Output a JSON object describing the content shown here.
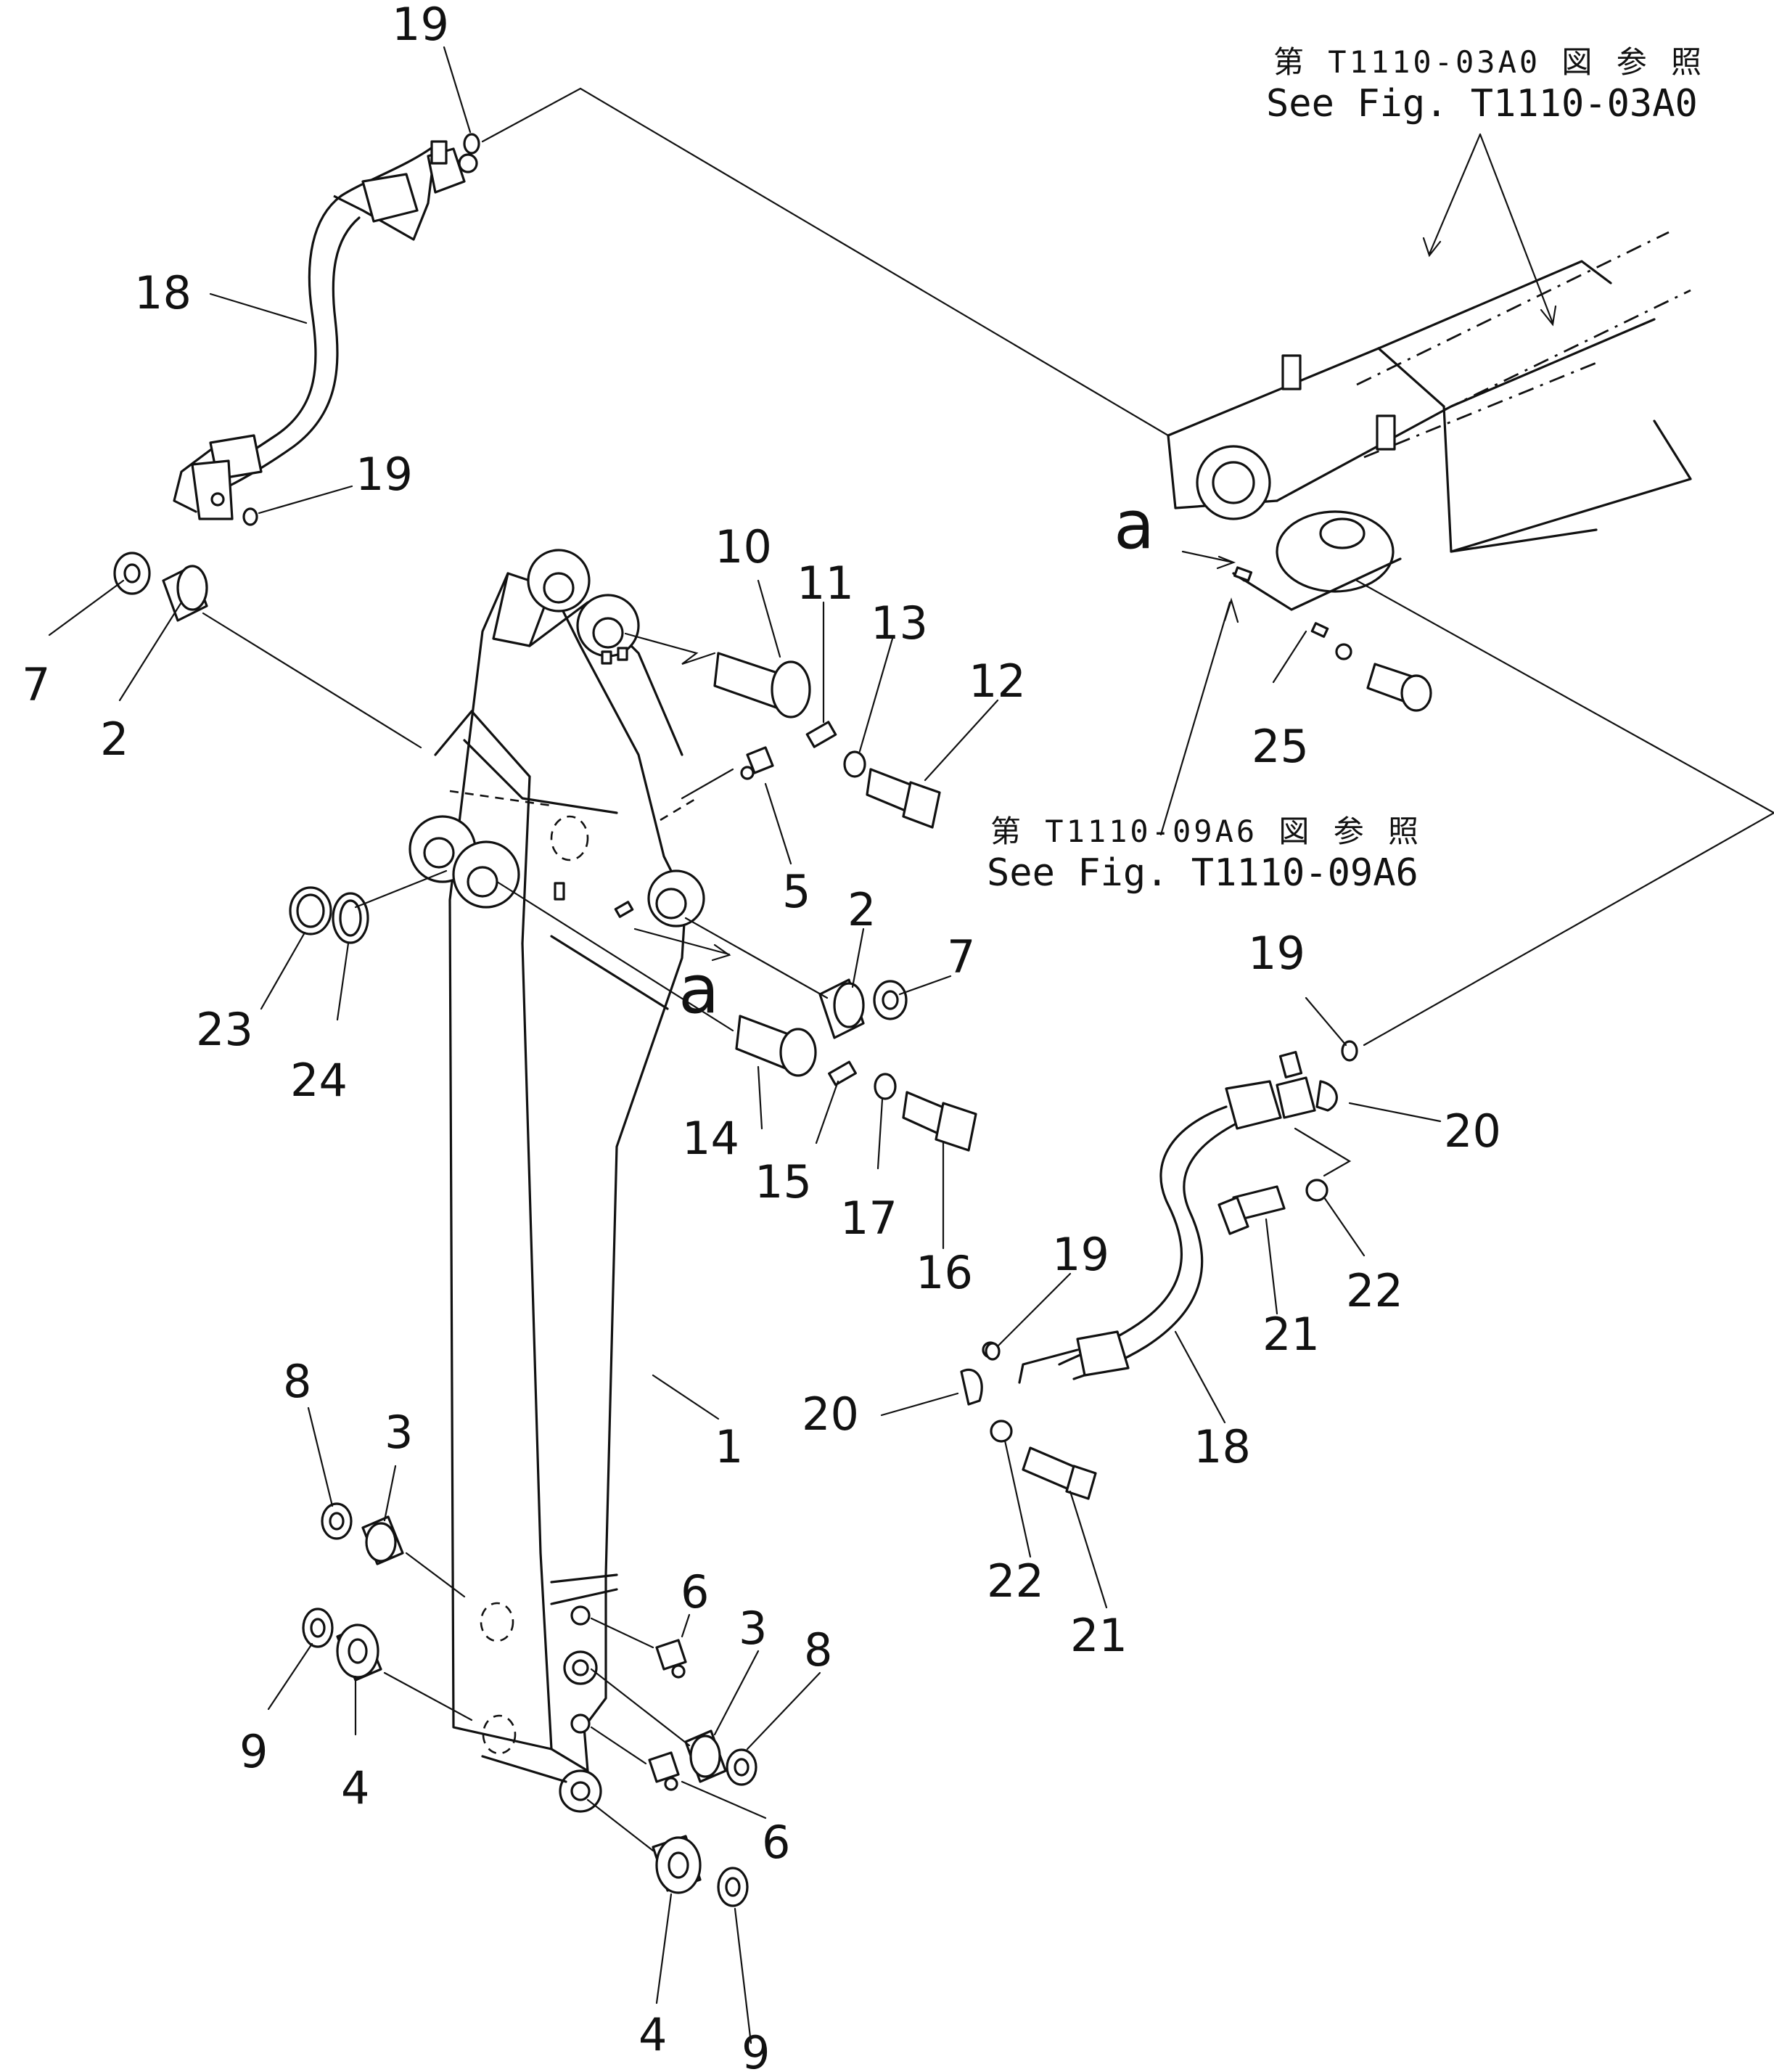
{
  "references": {
    "ref1_jp": "第 T1110-03A0 図 参 照",
    "ref1_en": "See Fig. T1110-03A0",
    "ref2_jp": "第 T1110-09A6 図 参 照",
    "ref2_en": "See Fig. T1110-09A6"
  },
  "view_letter": "a",
  "callouts": {
    "p1": "1",
    "p2": "2",
    "p3": "3",
    "p4": "4",
    "p5": "5",
    "p6": "6",
    "p7": "7",
    "p8": "8",
    "p9": "9",
    "p10": "10",
    "p11": "11",
    "p12": "12",
    "p13": "13",
    "p14": "14",
    "p15": "15",
    "p16": "16",
    "p17": "17",
    "p18": "18",
    "p19": "19",
    "p20": "20",
    "p21": "21",
    "p22": "22",
    "p23": "23",
    "p24": "24",
    "p25": "25"
  }
}
